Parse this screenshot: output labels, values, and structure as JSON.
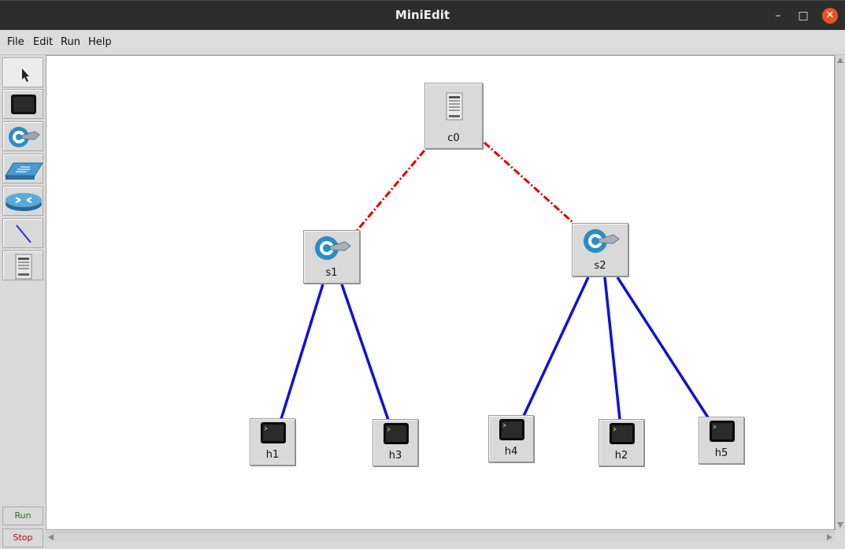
{
  "window": {
    "title": "MiniEdit"
  },
  "menu": [
    "File",
    "Edit",
    "Run",
    "Help"
  ],
  "palette": {
    "tools": [
      {
        "name": "select-tool",
        "icon": "pointer-arrow-icon"
      },
      {
        "name": "host-tool",
        "icon": "host-terminal-icon"
      },
      {
        "name": "switch-tool",
        "icon": "openflow-switch-icon"
      },
      {
        "name": "legacy-switch-tool",
        "icon": "legacy-switch-icon"
      },
      {
        "name": "legacy-router-tool",
        "icon": "router-icon"
      },
      {
        "name": "link-tool",
        "icon": "netlink-icon"
      },
      {
        "name": "controller-tool",
        "icon": "controller-server-icon"
      }
    ],
    "run_label": "Run",
    "stop_label": "Stop"
  },
  "colors": {
    "link": "#1010d8",
    "control_link": "#e00000",
    "node_bg": "#d9d9d9",
    "run_text": "#1a7a1a",
    "stop_text": "#b01010"
  },
  "topology": {
    "nodes": [
      {
        "id": "c0",
        "label": "c0",
        "type": "controller"
      },
      {
        "id": "s1",
        "label": "s1",
        "type": "switch"
      },
      {
        "id": "s2",
        "label": "s2",
        "type": "switch"
      },
      {
        "id": "h1",
        "label": "h1",
        "type": "host"
      },
      {
        "id": "h3",
        "label": "h3",
        "type": "host"
      },
      {
        "id": "h4",
        "label": "h4",
        "type": "host"
      },
      {
        "id": "h2",
        "label": "h2",
        "type": "host"
      },
      {
        "id": "h5",
        "label": "h5",
        "type": "host"
      }
    ],
    "control_links": [
      {
        "from": "c0",
        "to": "s1"
      },
      {
        "from": "c0",
        "to": "s2"
      }
    ],
    "data_links": [
      {
        "from": "s1",
        "to": "h1"
      },
      {
        "from": "s1",
        "to": "h3"
      },
      {
        "from": "s2",
        "to": "h4"
      },
      {
        "from": "s2",
        "to": "h2"
      },
      {
        "from": "s2",
        "to": "h5"
      }
    ]
  }
}
